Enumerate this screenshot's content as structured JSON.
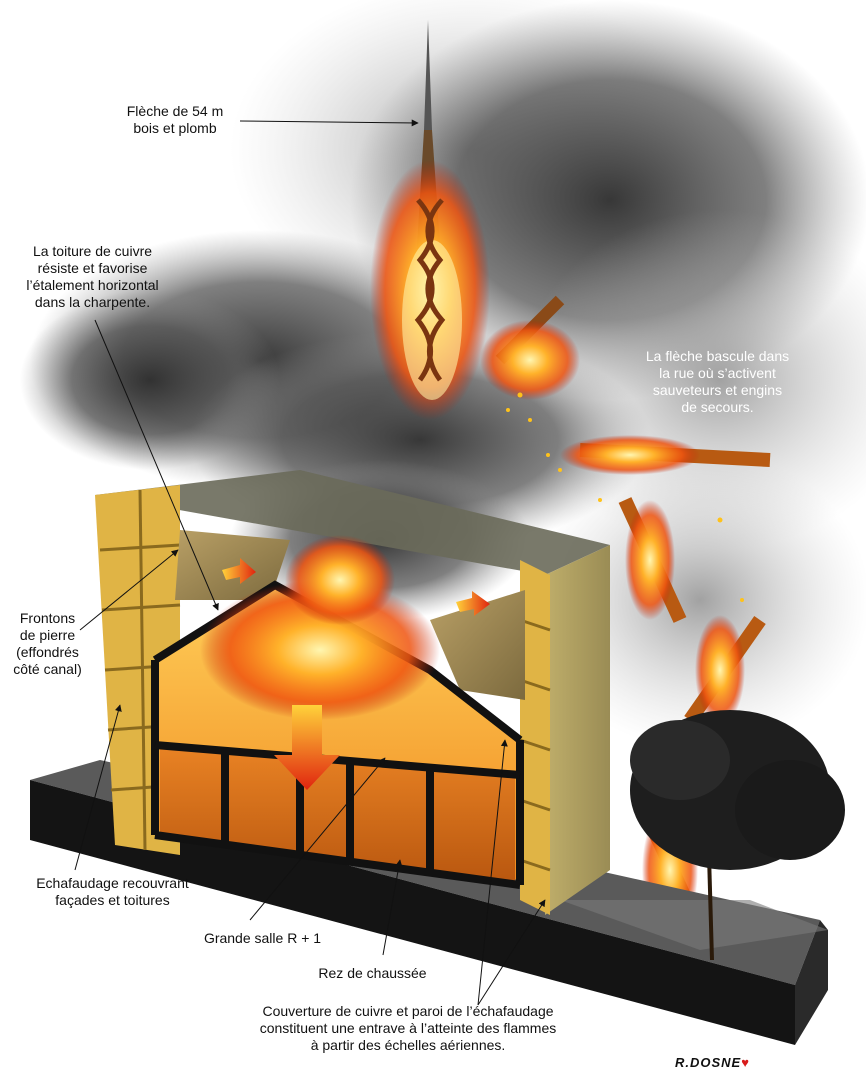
{
  "labels": {
    "spire": "Flèche de 54 m\nbois et plomb",
    "roof": "La toiture de cuivre\nrésiste et favorise\nl’étalement horizontal\ndans la charpente.",
    "falling_spire": "La flèche bascule dans\nla rue où s’activent\nsauveteurs et engins\nde secours.",
    "pediments": "Frontons\nde pierre\n(effondrés\ncôté canal)",
    "scaffolding": "Echafaudage recouvrant\nfaçades et toitures",
    "great_hall": "Grande salle R + 1",
    "ground_floor": "Rez de chaussée",
    "copper_cover": "Couverture de cuivre et paroi de l’échafaudage\nconstituent une entrave à l’atteinte des flammes\nà partir des échelles aériennes."
  },
  "signature": "R.DOSNE",
  "colors": {
    "smoke": "#3a3a3a",
    "fire_core": "#fff2a8",
    "fire_mid": "#ff9a1a",
    "fire_outer": "#e2380d",
    "structure": "#d9b24a",
    "base": "#141414"
  }
}
